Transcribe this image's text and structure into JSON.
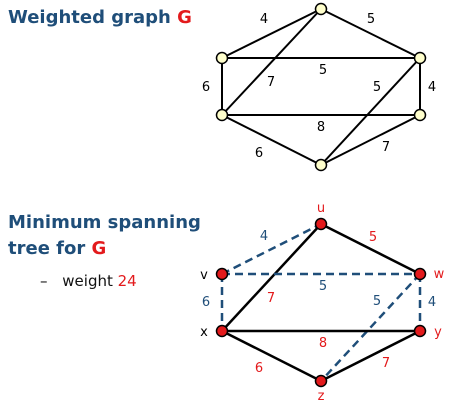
{
  "graph1": {
    "title": "Weighted graph",
    "title_symbol": "G",
    "edge_labels": [
      "4",
      "5",
      "6",
      "7",
      "5",
      "5",
      "4",
      "8",
      "6",
      "7"
    ]
  },
  "graph2": {
    "title_line1": "Minimum spanning",
    "title_line2": "tree for",
    "title_symbol": "G",
    "weight_dash": "–",
    "weight_label": "weight",
    "weight_value": "24",
    "vertex_labels": {
      "u": "u",
      "v": "v",
      "w": "w",
      "x": "x",
      "y": "y",
      "z": "z"
    },
    "edge_labels": [
      "4",
      "5",
      "6",
      "7",
      "5",
      "5",
      "4",
      "8",
      "6",
      "7"
    ]
  },
  "colors": {
    "heading": "#1f4e79",
    "accent": "#e31a1c",
    "tree_edge": "#000000",
    "non_tree_edge": "#1f4e79",
    "vertex_plain": "#ffffcc",
    "vertex_tree": "#e31a1c"
  }
}
